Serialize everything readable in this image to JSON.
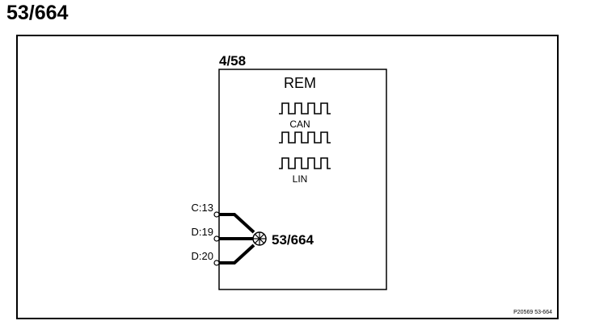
{
  "page": {
    "title": "53/664"
  },
  "diagram": {
    "module": {
      "id": "4/58",
      "name": "REM",
      "signals": [
        {
          "label": "CAN",
          "icon": "square-wave-icon"
        },
        {
          "label": "",
          "icon": "square-wave-icon"
        },
        {
          "label": "LIN",
          "icon": "square-wave-icon"
        }
      ]
    },
    "pins": [
      {
        "label": "C:13"
      },
      {
        "label": "D:19"
      },
      {
        "label": "D:20"
      }
    ],
    "splice": {
      "label": "53/664",
      "icon": "splice-icon"
    },
    "reference": "P20569 53-664"
  }
}
